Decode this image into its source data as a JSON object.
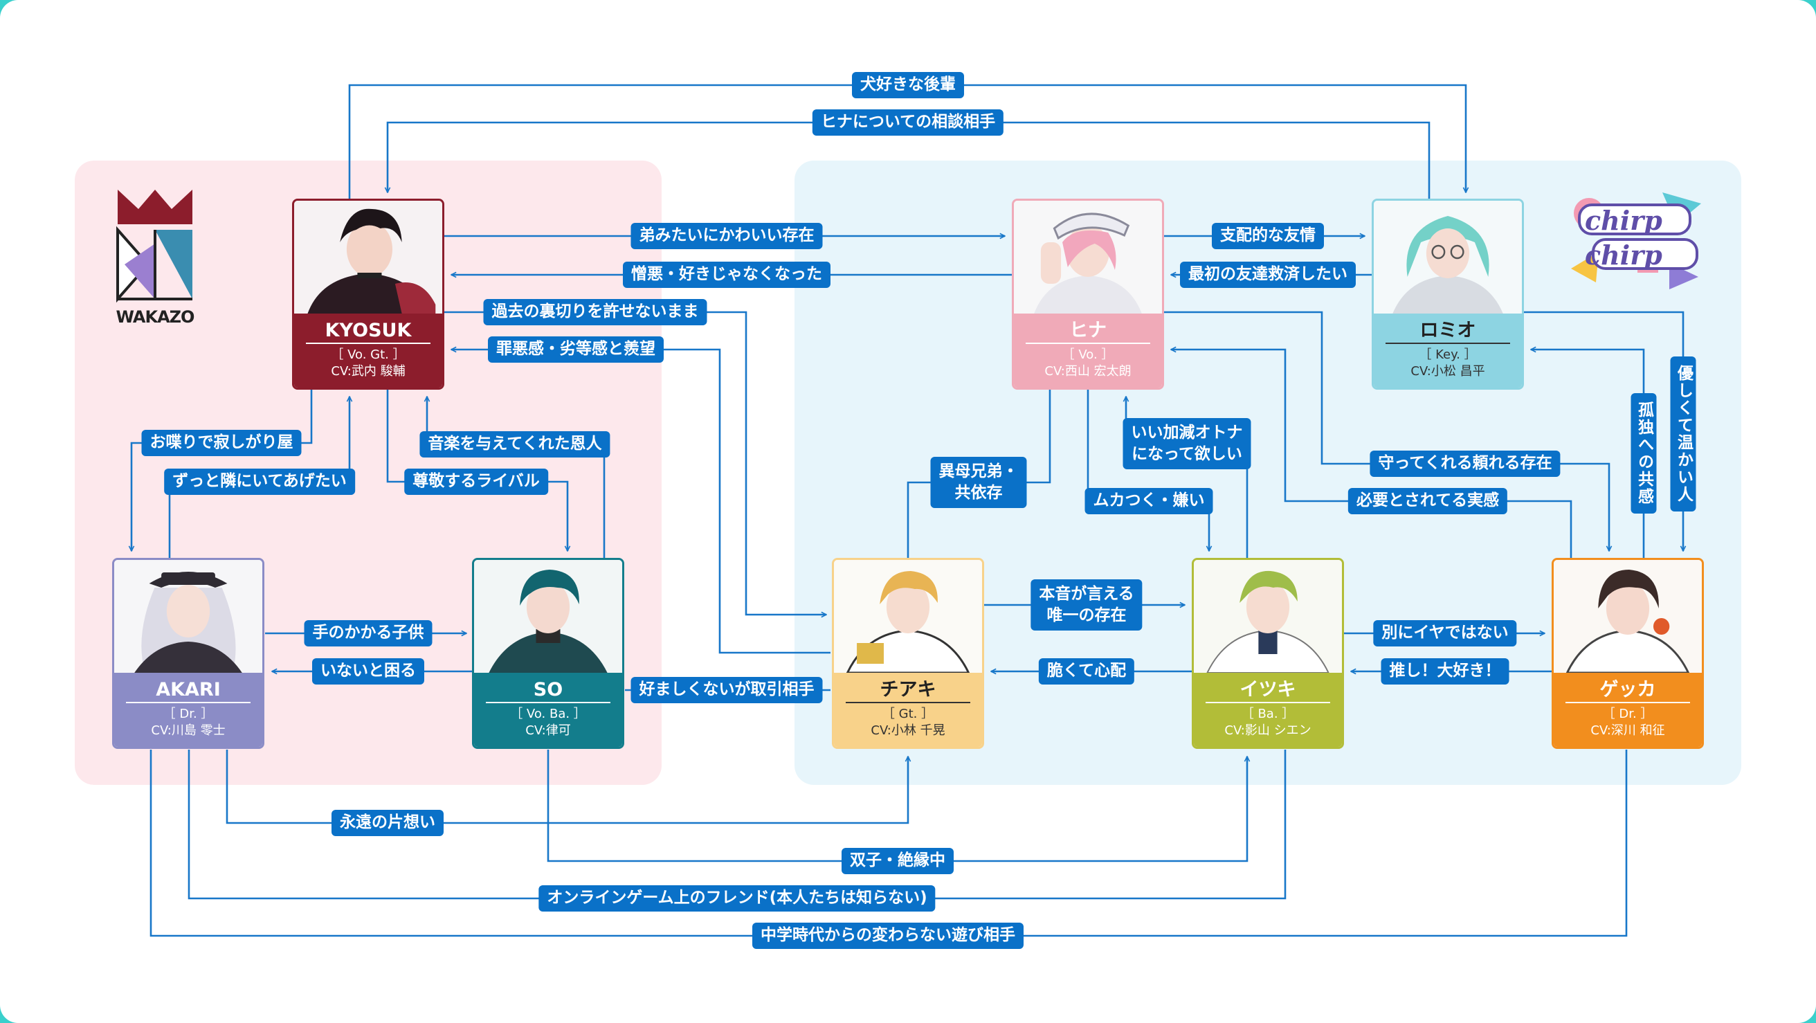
{
  "groups": {
    "wakazo": {
      "logo_text": "WAKAZO"
    },
    "chirp": {
      "logo_text": "chirp chirp"
    }
  },
  "colors": {
    "connector": "#1877c9",
    "label_bg": "#0a71c8",
    "wakazo_bg": "#fde8ec",
    "chirp_bg": "#e7f5fb"
  },
  "characters": {
    "kyosuk": {
      "name": "KYOSUK",
      "role": "［ Vo. Gt. ］",
      "cv": "CV:武内 駿輔",
      "color": "#8c1d2c"
    },
    "hina": {
      "name": "ヒナ",
      "role": "［ Vo. ］",
      "cv": "CV:西山 宏太朗",
      "color": "#f0aab8"
    },
    "romio": {
      "name": "ロミオ",
      "role": "［ Key. ］",
      "cv": "CV:小松 昌平",
      "color": "#8dd4e2"
    },
    "akari": {
      "name": "AKARI",
      "role": "［ Dr. ］",
      "cv": "CV:川島 零士",
      "color": "#8b8cc6"
    },
    "so": {
      "name": "SO",
      "role": "［ Vo. Ba. ］",
      "cv": "CV:律可",
      "color": "#137d8c"
    },
    "chiaki": {
      "name": "チアキ",
      "role": "［ Gt. ］",
      "cv": "CV:小林 千晃",
      "color": "#f8d28a"
    },
    "itsuki": {
      "name": "イツキ",
      "role": "［ Ba. ］",
      "cv": "CV:影山 シエン",
      "color": "#b2bd38"
    },
    "gekka": {
      "name": "ゲッカ",
      "role": "［ Dr. ］",
      "cv": "CV:深川 和征",
      "color": "#f28e1e"
    }
  },
  "relations": {
    "inu_kouhai": "犬好きな後輩",
    "hina_soudan": "ヒナについての相談相手",
    "otouto": "弟みたいにかわいい存在",
    "zouo": "憎悪・好きじゃなくなった",
    "uragiri": "過去の裏切りを許せないまま",
    "zaiaku": "罪悪感・劣等感と羨望",
    "shihai": "支配的な友情",
    "saisho": "最初の友達救済したい",
    "oshaberi": "お喋りで寂しがり屋",
    "zutto": "ずっと隣にいてあげたい",
    "ongaku": "音楽を与えてくれた恩人",
    "sonkei": "尊敬するライバル",
    "iboke": "異母兄弟・\n共依存",
    "iikagen": "いい加減オトナ\nになって欲しい",
    "mukatsuku": "ムカつく・嫌い",
    "mamotte": "守ってくれる頼れる存在",
    "hitsuyou": "必要とされてる実感",
    "kodoku": "孤独への共感",
    "yasashiku": "優しくて温かい人",
    "tenokakaru": "手のかかる子供",
    "inaito": "いないと困る",
    "konomashiku": "好ましくないが取引相手",
    "honne": "本音が言える\n唯一の存在",
    "moroku": "脆くて心配",
    "betsuni": "別にイヤではない",
    "oshi": "推し！大好き！",
    "eien": "永遠の片想い",
    "futago": "双子・絶縁中",
    "online": "オンラインゲーム上のフレンド(本人たちは知らない)",
    "chugaku": "中学時代からの変わらない遊び相手"
  }
}
